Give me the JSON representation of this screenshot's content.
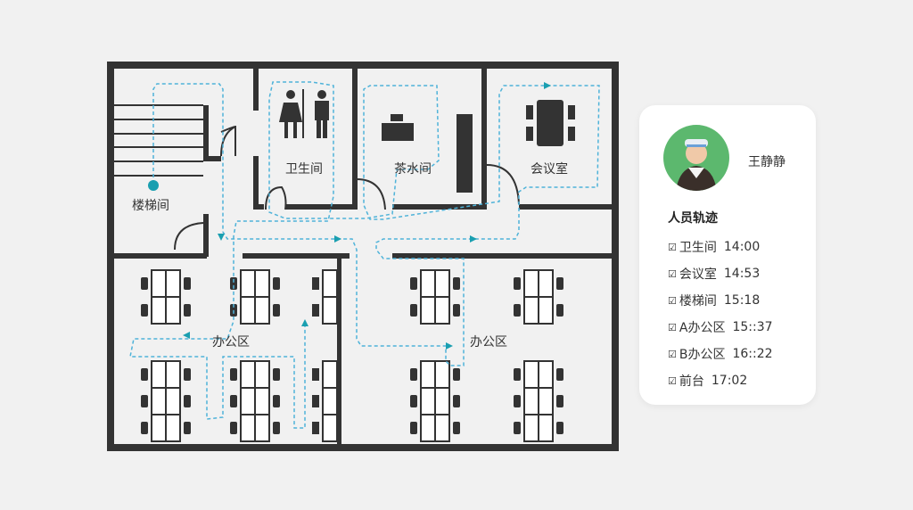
{
  "rooms": {
    "stairs": "楼梯间",
    "restroom": "卫生间",
    "tea_room": "茶水间",
    "meeting_room": "会议室",
    "office_a": "办公区",
    "office_b": "办公区"
  },
  "colors": {
    "wall": "#333333",
    "path": "#4fb3d9",
    "marker": "#1a9fb0"
  },
  "person": {
    "name": "王静静",
    "avatar_icon": "person-photo",
    "track_title": "人员轨迹",
    "track": [
      {
        "place": "卫生间",
        "time": "14:00"
      },
      {
        "place": "会议室",
        "time": "14:53"
      },
      {
        "place": "楼梯间",
        "time": "15:18"
      },
      {
        "place": "A办公区",
        "time": "15::37"
      },
      {
        "place": "B办公区",
        "time": "16::22"
      },
      {
        "place": "前台",
        "time": "17:02"
      }
    ]
  }
}
